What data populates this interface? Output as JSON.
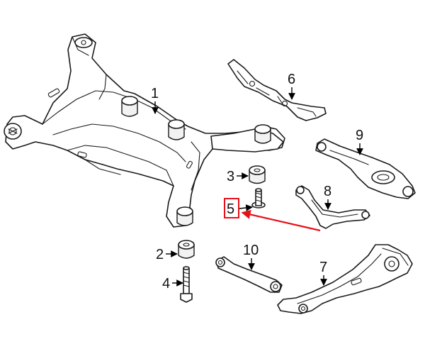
{
  "callouts": {
    "c1": "1",
    "c2": "2",
    "c3": "3",
    "c4": "4",
    "c5": "5",
    "c6": "6",
    "c7": "7",
    "c8": "8",
    "c9": "9",
    "c10": "10"
  },
  "highlight": {
    "target_callout": "5",
    "color": "#e8111a"
  }
}
